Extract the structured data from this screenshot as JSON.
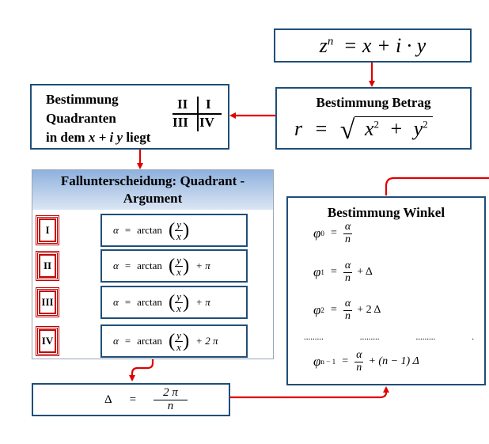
{
  "z_box": {
    "lhs_base": "z",
    "lhs_exp": "n",
    "rhs": "= x + i · y"
  },
  "betrag": {
    "title": "Bestimmung Betrag",
    "r": "r",
    "eq": "=",
    "radicand_x": "x",
    "radicand_y": "y",
    "exp": "2",
    "plus": "+"
  },
  "quadrant_box": {
    "line1": "Bestimmung",
    "line2": "Quadranten",
    "line3_pre": "in dem ",
    "line3_expr": "x + i y",
    "line3_post": " liegt",
    "q2": "II",
    "q1": "I",
    "q3": "III",
    "q4": "IV"
  },
  "fall": {
    "title_line1": "Fallunterscheidung: Quadrant -",
    "title_line2": "Argument",
    "rows": [
      {
        "q": "I",
        "alpha": "α",
        "eq": "=",
        "fn": "arctan",
        "num": "y",
        "den": "x",
        "tail": ""
      },
      {
        "q": "II",
        "alpha": "α",
        "eq": "=",
        "fn": "arctan",
        "num": "y",
        "den": "x",
        "tail": "+ π"
      },
      {
        "q": "III",
        "alpha": "α",
        "eq": "=",
        "fn": "arctan",
        "num": "y",
        "den": "x",
        "tail": "+ π"
      },
      {
        "q": "IV",
        "alpha": "α",
        "eq": "=",
        "fn": "arctan",
        "num": "y",
        "den": "x",
        "tail": "+ 2 π"
      }
    ]
  },
  "delta_box": {
    "delta": "Δ",
    "eq": "=",
    "num": "2  π",
    "den": "n"
  },
  "winkel": {
    "title": "Bestimmung Winkel",
    "phi": "φ",
    "rows": [
      {
        "sub": "0",
        "eq": "=",
        "num": "α",
        "den": "n",
        "tail": ""
      },
      {
        "sub": "1",
        "eq": "=",
        "num": "α",
        "den": "n",
        "tail": "+ Δ"
      },
      {
        "sub": "2",
        "eq": "=",
        "num": "α",
        "den": "n",
        "tail": "+ 2 Δ"
      }
    ],
    "dots": [
      ".........",
      ".........",
      ".........",
      "."
    ],
    "last": {
      "sub": "n − 1",
      "eq": "=",
      "num": "α",
      "den": "n",
      "tail": "+ (n − 1) Δ"
    }
  },
  "colors": {
    "border": "#1f4e79",
    "arrow": "#e00000",
    "header_top": "#8fb1dd",
    "header_bottom": "#dbe6f4"
  }
}
